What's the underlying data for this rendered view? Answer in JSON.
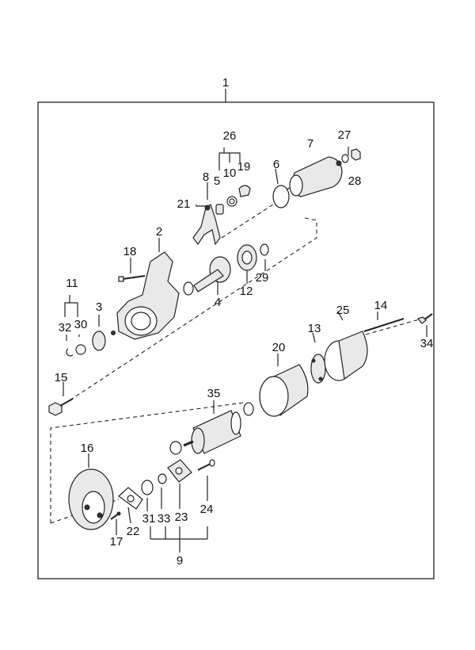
{
  "diagram": {
    "labels": {
      "p1": "1",
      "p2": "2",
      "p3": "3",
      "p4": "4",
      "p5": "5",
      "p6": "6",
      "p7": "7",
      "p8": "8",
      "p9": "9",
      "p10": "10",
      "p11": "11",
      "p12": "12",
      "p13": "13",
      "p14": "14",
      "p15": "15",
      "p16": "16",
      "p17": "17",
      "p18": "18",
      "p19": "19",
      "p20": "20",
      "p21": "21",
      "p22": "22",
      "p23": "23",
      "p24": "24",
      "p25": "25",
      "p26": "26",
      "p27": "27",
      "p28": "28",
      "p29": "29",
      "p30": "30",
      "p31": "31",
      "p32": "32",
      "p33": "33",
      "p34": "34",
      "p35": "35"
    }
  }
}
